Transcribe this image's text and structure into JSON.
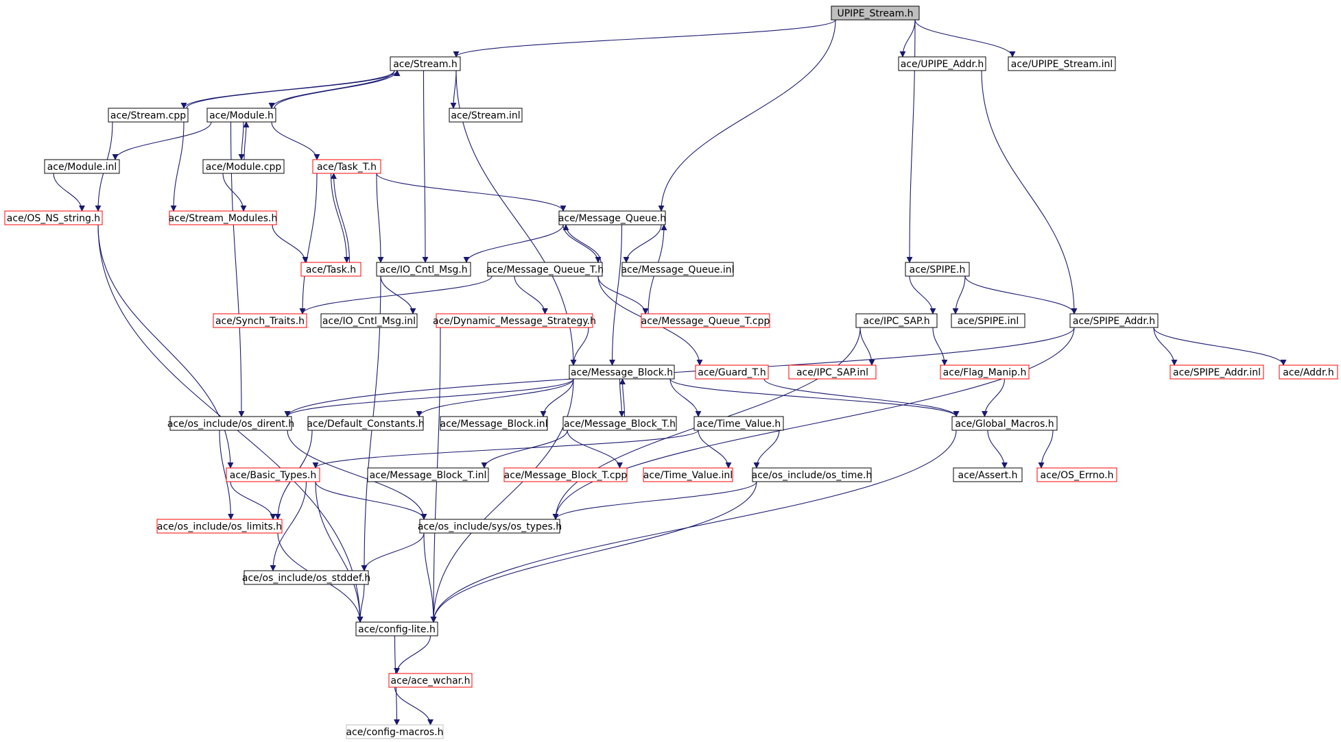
{
  "colors": {
    "edge": "#191970",
    "border_normal": "#000000",
    "border_truncated": "#ff0000",
    "border_leaf": "#bfbfbf",
    "root_fill": "#bfbfbf",
    "node_fill": "#ffffff"
  },
  "nodes": [
    {
      "id": "upipe_stream_h",
      "label": "UPIPE_Stream.h",
      "style": "root"
    },
    {
      "id": "stream_h",
      "label": "ace/Stream.h",
      "style": "normal"
    },
    {
      "id": "upipe_addr_h",
      "label": "ace/UPIPE_Addr.h",
      "style": "normal"
    },
    {
      "id": "upipe_stream_inl",
      "label": "ace/UPIPE_Stream.inl",
      "style": "normal"
    },
    {
      "id": "stream_cpp",
      "label": "ace/Stream.cpp",
      "style": "normal"
    },
    {
      "id": "module_h",
      "label": "ace/Module.h",
      "style": "normal"
    },
    {
      "id": "stream_inl",
      "label": "ace/Stream.inl",
      "style": "normal"
    },
    {
      "id": "module_inl",
      "label": "ace/Module.inl",
      "style": "normal"
    },
    {
      "id": "module_cpp",
      "label": "ace/Module.cpp",
      "style": "normal"
    },
    {
      "id": "task_t_h",
      "label": "ace/Task_T.h",
      "style": "truncated"
    },
    {
      "id": "os_ns_string_h",
      "label": "ace/OS_NS_string.h",
      "style": "truncated"
    },
    {
      "id": "stream_modules_h",
      "label": "ace/Stream_Modules.h",
      "style": "truncated"
    },
    {
      "id": "message_queue_h",
      "label": "ace/Message_Queue.h",
      "style": "normal"
    },
    {
      "id": "task_h",
      "label": "ace/Task.h",
      "style": "truncated"
    },
    {
      "id": "io_cntl_msg_h",
      "label": "ace/IO_Cntl_Msg.h",
      "style": "normal"
    },
    {
      "id": "message_queue_t_h",
      "label": "ace/Message_Queue_T.h",
      "style": "normal"
    },
    {
      "id": "message_queue_inl",
      "label": "ace/Message_Queue.inl",
      "style": "normal"
    },
    {
      "id": "spipe_h",
      "label": "ace/SPIPE.h",
      "style": "normal"
    },
    {
      "id": "synch_traits_h",
      "label": "ace/Synch_Traits.h",
      "style": "truncated"
    },
    {
      "id": "io_cntl_msg_inl",
      "label": "ace/IO_Cntl_Msg.inl",
      "style": "normal"
    },
    {
      "id": "dynamic_message_strategy_h",
      "label": "ace/Dynamic_Message_Strategy.h",
      "style": "truncated"
    },
    {
      "id": "message_queue_t_cpp",
      "label": "ace/Message_Queue_T.cpp",
      "style": "truncated"
    },
    {
      "id": "ipc_sap_h",
      "label": "ace/IPC_SAP.h",
      "style": "normal"
    },
    {
      "id": "spipe_inl",
      "label": "ace/SPIPE.inl",
      "style": "normal"
    },
    {
      "id": "spipe_addr_h",
      "label": "ace/SPIPE_Addr.h",
      "style": "normal"
    },
    {
      "id": "message_block_h",
      "label": "ace/Message_Block.h",
      "style": "normal"
    },
    {
      "id": "guard_t_h",
      "label": "ace/Guard_T.h",
      "style": "truncated"
    },
    {
      "id": "ipc_sap_inl",
      "label": "ace/IPC_SAP.inl",
      "style": "truncated"
    },
    {
      "id": "flag_manip_h",
      "label": "ace/Flag_Manip.h",
      "style": "truncated"
    },
    {
      "id": "spipe_addr_inl",
      "label": "ace/SPIPE_Addr.inl",
      "style": "truncated"
    },
    {
      "id": "addr_h",
      "label": "ace/Addr.h",
      "style": "truncated"
    },
    {
      "id": "os_dirent_h",
      "label": "ace/os_include/os_dirent.h",
      "style": "normal"
    },
    {
      "id": "default_constants_h",
      "label": "ace/Default_Constants.h",
      "style": "normal"
    },
    {
      "id": "message_block_inl",
      "label": "ace/Message_Block.inl",
      "style": "normal"
    },
    {
      "id": "message_block_t_h",
      "label": "ace/Message_Block_T.h",
      "style": "normal"
    },
    {
      "id": "time_value_h",
      "label": "ace/Time_Value.h",
      "style": "normal"
    },
    {
      "id": "global_macros_h",
      "label": "ace/Global_Macros.h",
      "style": "normal"
    },
    {
      "id": "basic_types_h",
      "label": "ace/Basic_Types.h",
      "style": "truncated"
    },
    {
      "id": "message_block_t_inl",
      "label": "ace/Message_Block_T.inl",
      "style": "normal"
    },
    {
      "id": "message_block_t_cpp",
      "label": "ace/Message_Block_T.cpp",
      "style": "truncated"
    },
    {
      "id": "time_value_inl",
      "label": "ace/Time_Value.inl",
      "style": "truncated"
    },
    {
      "id": "os_time_h",
      "label": "ace/os_include/os_time.h",
      "style": "normal"
    },
    {
      "id": "assert_h",
      "label": "ace/Assert.h",
      "style": "normal"
    },
    {
      "id": "os_errno_h",
      "label": "ace/OS_Errno.h",
      "style": "truncated"
    },
    {
      "id": "os_limits_h",
      "label": "ace/os_include/os_limits.h",
      "style": "truncated"
    },
    {
      "id": "os_types_h",
      "label": "ace/os_include/sys/os_types.h",
      "style": "normal"
    },
    {
      "id": "os_stddef_h",
      "label": "ace/os_include/os_stddef.h",
      "style": "normal"
    },
    {
      "id": "config_lite_h",
      "label": "ace/config-lite.h",
      "style": "normal"
    },
    {
      "id": "ace_wchar_h",
      "label": "ace/ace_wchar.h",
      "style": "truncated"
    },
    {
      "id": "config_macros_h",
      "label": "ace/config-macros.h",
      "style": "leaf"
    }
  ],
  "edges": [
    [
      "upipe_stream_h",
      "stream_h"
    ],
    [
      "upipe_stream_h",
      "upipe_addr_h"
    ],
    [
      "upipe_stream_h",
      "upipe_stream_inl"
    ],
    [
      "upipe_stream_h",
      "message_queue_h"
    ],
    [
      "upipe_stream_h",
      "spipe_h"
    ],
    [
      "stream_h",
      "stream_cpp"
    ],
    [
      "stream_h",
      "module_h"
    ],
    [
      "stream_h",
      "stream_inl"
    ],
    [
      "stream_h",
      "io_cntl_msg_h"
    ],
    [
      "stream_h",
      "message_block_h"
    ],
    [
      "stream_cpp",
      "stream_h"
    ],
    [
      "stream_cpp",
      "os_ns_string_h"
    ],
    [
      "stream_cpp",
      "stream_modules_h"
    ],
    [
      "module_h",
      "stream_h"
    ],
    [
      "module_h",
      "module_inl"
    ],
    [
      "module_h",
      "module_cpp"
    ],
    [
      "module_h",
      "task_t_h"
    ],
    [
      "module_h",
      "os_dirent_h"
    ],
    [
      "module_cpp",
      "module_h"
    ],
    [
      "module_cpp",
      "stream_modules_h"
    ],
    [
      "module_inl",
      "os_ns_string_h"
    ],
    [
      "stream_modules_h",
      "task_h"
    ],
    [
      "task_t_h",
      "task_h"
    ],
    [
      "task_t_h",
      "io_cntl_msg_h"
    ],
    [
      "task_t_h",
      "message_queue_h"
    ],
    [
      "task_t_h",
      "synch_traits_h"
    ],
    [
      "task_h",
      "task_t_h"
    ],
    [
      "message_queue_h",
      "io_cntl_msg_h"
    ],
    [
      "message_queue_h",
      "message_queue_t_h"
    ],
    [
      "message_queue_h",
      "message_queue_inl"
    ],
    [
      "message_queue_h",
      "message_block_h"
    ],
    [
      "message_queue_t_h",
      "message_queue_h"
    ],
    [
      "message_queue_t_h",
      "synch_traits_h"
    ],
    [
      "message_queue_t_h",
      "dynamic_message_strategy_h"
    ],
    [
      "message_queue_t_h",
      "message_queue_t_cpp"
    ],
    [
      "message_queue_t_h",
      "guard_t_h"
    ],
    [
      "message_queue_t_cpp",
      "message_queue_h"
    ],
    [
      "io_cntl_msg_h",
      "io_cntl_msg_inl"
    ],
    [
      "io_cntl_msg_h",
      "os_stddef_h"
    ],
    [
      "os_ns_string_h",
      "basic_types_h"
    ],
    [
      "os_ns_string_h",
      "config_lite_h"
    ],
    [
      "dynamic_message_strategy_h",
      "message_block_h"
    ],
    [
      "dynamic_message_strategy_h",
      "config_lite_h"
    ],
    [
      "upipe_addr_h",
      "spipe_addr_h"
    ],
    [
      "spipe_h",
      "ipc_sap_h"
    ],
    [
      "spipe_h",
      "spipe_inl"
    ],
    [
      "spipe_h",
      "spipe_addr_h"
    ],
    [
      "ipc_sap_h",
      "ipc_sap_inl"
    ],
    [
      "ipc_sap_h",
      "flag_manip_h"
    ],
    [
      "ipc_sap_h",
      "os_types_h"
    ],
    [
      "spipe_addr_h",
      "spipe_addr_inl"
    ],
    [
      "spipe_addr_h",
      "addr_h"
    ],
    [
      "spipe_addr_h",
      "os_dirent_h"
    ],
    [
      "spipe_addr_h",
      "os_types_h"
    ],
    [
      "flag_manip_h",
      "global_macros_h"
    ],
    [
      "guard_t_h",
      "global_macros_h"
    ],
    [
      "message_block_h",
      "os_dirent_h"
    ],
    [
      "message_block_h",
      "default_constants_h"
    ],
    [
      "message_block_h",
      "message_block_inl"
    ],
    [
      "message_block_h",
      "message_block_t_h"
    ],
    [
      "message_block_h",
      "time_value_h"
    ],
    [
      "message_block_h",
      "global_macros_h"
    ],
    [
      "message_block_h",
      "config_lite_h"
    ],
    [
      "message_block_t_h",
      "message_block_h"
    ],
    [
      "message_block_t_h",
      "message_block_t_inl"
    ],
    [
      "message_block_t_h",
      "message_block_t_cpp"
    ],
    [
      "time_value_h",
      "basic_types_h"
    ],
    [
      "time_value_h",
      "time_value_inl"
    ],
    [
      "time_value_h",
      "os_time_h"
    ],
    [
      "os_dirent_h",
      "os_limits_h"
    ],
    [
      "os_dirent_h",
      "os_types_h"
    ],
    [
      "default_constants_h",
      "os_limits_h"
    ],
    [
      "global_macros_h",
      "assert_h"
    ],
    [
      "global_macros_h",
      "os_errno_h"
    ],
    [
      "global_macros_h",
      "config_lite_h"
    ],
    [
      "basic_types_h",
      "os_limits_h"
    ],
    [
      "basic_types_h",
      "os_types_h"
    ],
    [
      "basic_types_h",
      "os_stddef_h"
    ],
    [
      "basic_types_h",
      "config_lite_h"
    ],
    [
      "os_time_h",
      "os_types_h"
    ],
    [
      "os_time_h",
      "config_lite_h"
    ],
    [
      "os_types_h",
      "os_stddef_h"
    ],
    [
      "os_types_h",
      "config_lite_h"
    ],
    [
      "os_limits_h",
      "config_lite_h"
    ],
    [
      "os_stddef_h",
      "config_lite_h"
    ],
    [
      "config_lite_h",
      "ace_wchar_h"
    ],
    [
      "config_lite_h",
      "config_macros_h"
    ],
    [
      "ace_wchar_h",
      "config_macros_h"
    ]
  ]
}
